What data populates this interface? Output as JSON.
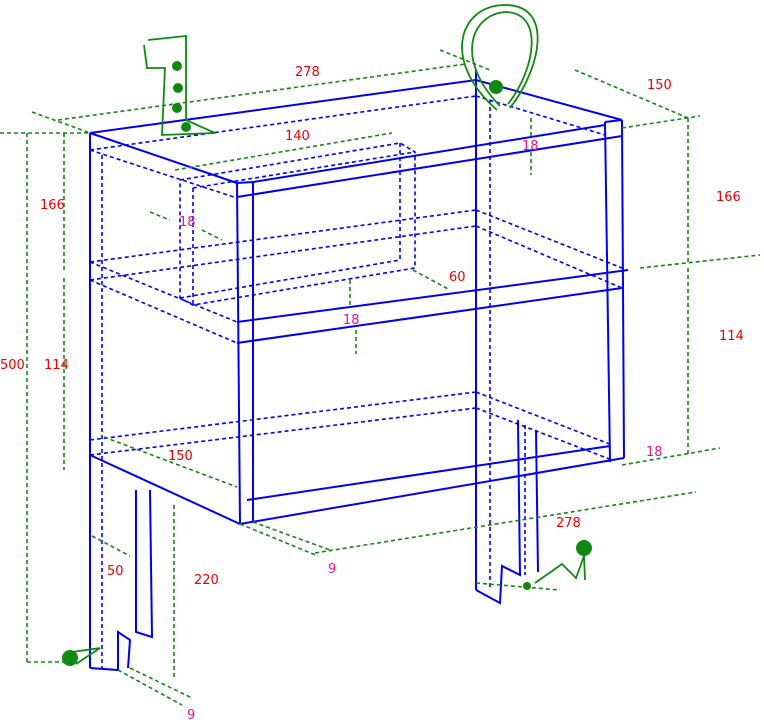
{
  "colors": {
    "outline": "#0000ee",
    "dimension": "#118811",
    "label": "#ee0000",
    "thickness_label": "#ee1188"
  },
  "labels": {
    "top_width": "278",
    "top_depth": "150",
    "drawer_width": "140",
    "top_panel_thickness": "18",
    "left_upper_height": "166",
    "right_upper_height": "166",
    "total_height": "500",
    "left_middle_height": "114",
    "right_middle_height": "114",
    "drawer_depth": "60",
    "shelf_thickness": "18",
    "divider_thickness": "18",
    "bottom_depth": "150",
    "bottom_thickness": "18",
    "bottom_width": "278",
    "front_thickness": "9",
    "leg_inset": "50",
    "leg_height": "220",
    "leg_thickness": "9"
  }
}
